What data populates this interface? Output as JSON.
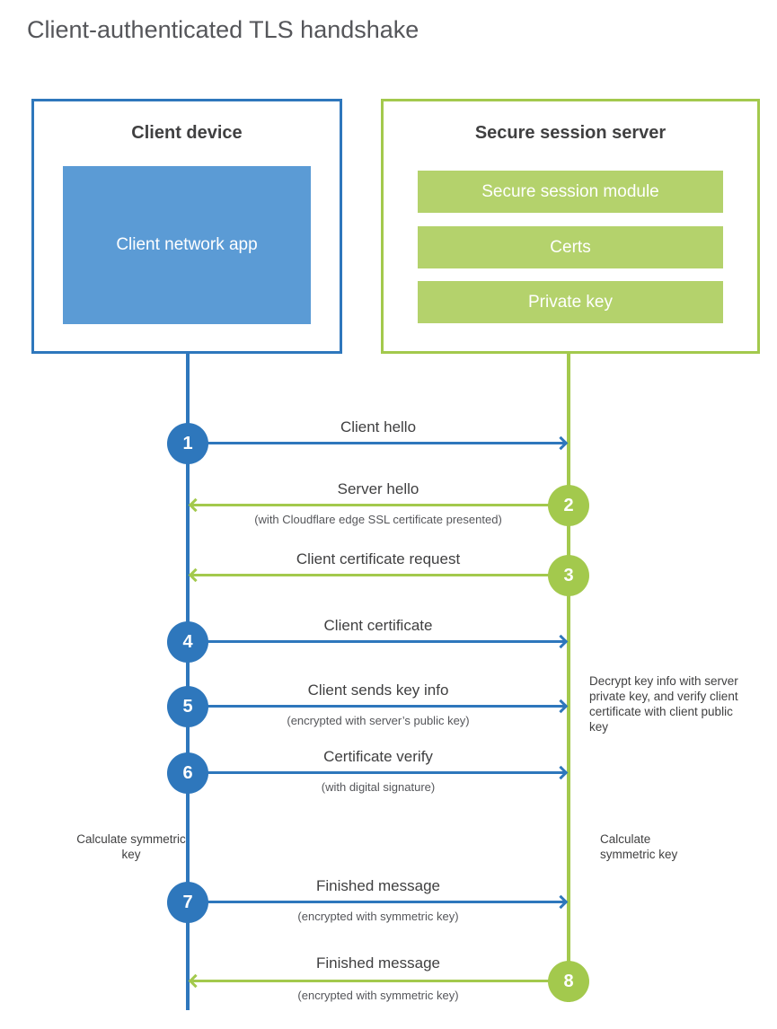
{
  "title": "Client-authenticated TLS handshake",
  "client": {
    "title": "Client device",
    "app_label": "Client network app"
  },
  "server": {
    "title": "Secure session server",
    "modules": [
      "Secure session module",
      "Certs",
      "Private key"
    ]
  },
  "steps": [
    {
      "num": "1",
      "actor": "client",
      "direction": "right",
      "label": "Client hello",
      "subtitle": ""
    },
    {
      "num": "2",
      "actor": "server",
      "direction": "left",
      "label": "Server hello",
      "subtitle": "(with Cloudflare edge SSL certificate presented)"
    },
    {
      "num": "3",
      "actor": "server",
      "direction": "left",
      "label": "Client certificate request",
      "subtitle": ""
    },
    {
      "num": "4",
      "actor": "client",
      "direction": "right",
      "label": "Client certificate",
      "subtitle": ""
    },
    {
      "num": "5",
      "actor": "client",
      "direction": "right",
      "label": "Client sends key info",
      "subtitle": "(encrypted with server’s public key)"
    },
    {
      "num": "6",
      "actor": "client",
      "direction": "right",
      "label": "Certificate verify",
      "subtitle": "(with digital signature)"
    },
    {
      "num": "7",
      "actor": "client",
      "direction": "right",
      "label": "Finished message",
      "subtitle": "(encrypted with symmetric key)"
    },
    {
      "num": "8",
      "actor": "server",
      "direction": "left",
      "label": "Finished message",
      "subtitle": "(encrypted with symmetric key)"
    }
  ],
  "notes": {
    "decrypt_note": "Decrypt key info with server private key, and verify client certificate with client public key",
    "calc_symmetric_left": "Calculate symmetric key",
    "calc_symmetric_right": "Calculate symmetric key"
  },
  "colors": {
    "blue": "#2e77bc",
    "blue_fill": "#5b9bd5",
    "green": "#a3c94d",
    "green_fill": "#b4d26c",
    "text_dark": "#404041",
    "text_gray": "#55565a"
  }
}
